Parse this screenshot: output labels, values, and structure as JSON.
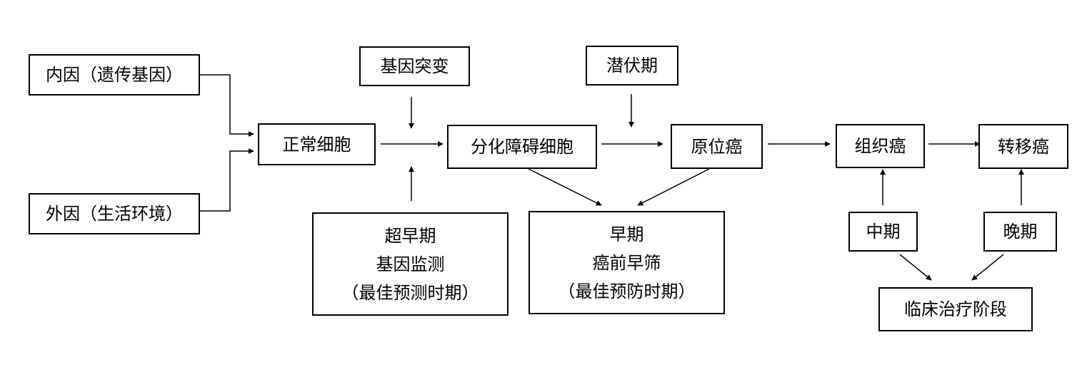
{
  "nodes": {
    "internal_cause": {
      "label": "内因（遗传基因）"
    },
    "external_cause": {
      "label": "外因（生活环境）"
    },
    "normal_cell": {
      "label": "正常细胞"
    },
    "gene_mutation": {
      "label": "基因突变"
    },
    "differentiation_disorder_cell": {
      "label": "分化障碍细胞"
    },
    "latent_period": {
      "label": "潜伏期"
    },
    "carcinoma_in_situ": {
      "label": "原位癌"
    },
    "tissue_cancer": {
      "label": "组织癌"
    },
    "metastatic_cancer": {
      "label": "转移癌"
    },
    "ultra_early": {
      "lines": [
        "超早期",
        "基因监测",
        "（最佳预测时期）"
      ]
    },
    "early": {
      "lines": [
        "早期",
        "癌前早筛",
        "（最佳预防时期）"
      ]
    },
    "middle_stage": {
      "label": "中期"
    },
    "late_stage": {
      "label": "晚期"
    },
    "clinical_treatment": {
      "label": "临床治疗阶段"
    }
  },
  "colors": {
    "stroke": "#000000",
    "background": "#ffffff"
  }
}
